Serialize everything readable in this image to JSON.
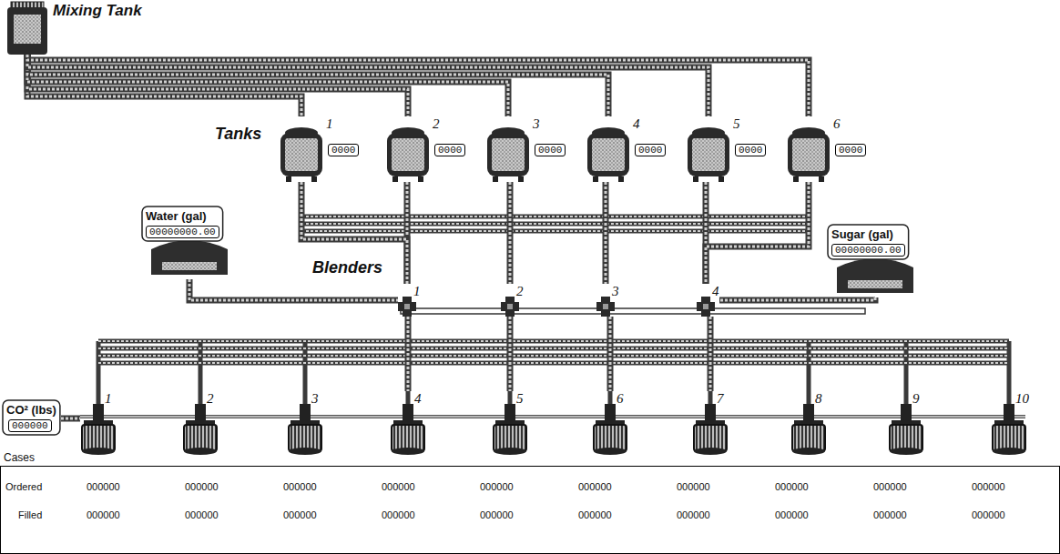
{
  "diagram": {
    "nodes": [
      {
        "text": [
          "Mixing Tank"
        ]
      },
      {
        "text": [
          "1",
          "0000"
        ]
      },
      {
        "text": [
          "2",
          "0000"
        ]
      },
      {
        "text": [
          "3",
          "0000"
        ]
      },
      {
        "text": [
          "4",
          "0000"
        ]
      },
      {
        "text": [
          "5",
          "0000"
        ]
      },
      {
        "text": [
          "6",
          "0000"
        ]
      },
      {
        "text": [
          "Water (gal)",
          "00000000.00"
        ]
      },
      {
        "text": [
          "Sugar (gal)",
          "00000000.00"
        ]
      },
      {
        "text": [
          "1"
        ]
      },
      {
        "text": [
          "2"
        ]
      },
      {
        "text": [
          "3"
        ]
      },
      {
        "text": [
          "4"
        ]
      },
      {
        "text": [
          "CO² (lbs)",
          "000000"
        ]
      },
      {
        "text": [
          "1"
        ]
      },
      {
        "text": [
          "2"
        ]
      },
      {
        "text": [
          "3"
        ]
      },
      {
        "text": [
          "4"
        ]
      },
      {
        "text": [
          "5"
        ]
      },
      {
        "text": [
          "6"
        ]
      },
      {
        "text": [
          "7"
        ]
      },
      {
        "text": [
          "8"
        ]
      },
      {
        "text": [
          "9"
        ]
      },
      {
        "text": [
          "10"
        ]
      }
    ],
    "edges": [
      {
        "from": 0,
        "to": 1,
        "arrow": "none"
      },
      {
        "from": 0,
        "to": 2,
        "arrow": "none"
      },
      {
        "from": 0,
        "to": 3,
        "arrow": "none"
      },
      {
        "from": 0,
        "to": 4,
        "arrow": "none"
      },
      {
        "from": 0,
        "to": 5,
        "arrow": "none"
      },
      {
        "from": 0,
        "to": 6,
        "arrow": "none"
      },
      {
        "from": 2,
        "to": 9,
        "arrow": "none"
      },
      {
        "from": 3,
        "to": 10,
        "arrow": "none"
      },
      {
        "from": 4,
        "to": 11,
        "arrow": "none"
      },
      {
        "from": 5,
        "to": 12,
        "arrow": "none"
      },
      {
        "from": 1,
        "to": 9,
        "arrow": "none"
      },
      {
        "from": 6,
        "to": 12,
        "arrow": "none"
      },
      {
        "from": 7,
        "to": 9,
        "arrow": "none"
      },
      {
        "from": 8,
        "to": 12,
        "arrow": "none"
      },
      {
        "from": 9,
        "to": 17,
        "arrow": "none"
      },
      {
        "from": 10,
        "to": 18,
        "arrow": "none"
      },
      {
        "from": 11,
        "to": 19,
        "arrow": "none"
      },
      {
        "from": 12,
        "to": 20,
        "arrow": "none"
      },
      {
        "from": 13,
        "to": 14,
        "arrow": "none"
      }
    ],
    "labels": [
      "Tanks",
      "Blenders",
      "Cases",
      "Ordered",
      "000000",
      "000000",
      "000000",
      "000000",
      "000000",
      "000000",
      "000000",
      "000000",
      "000000",
      "000000",
      "Filled",
      "000000",
      "000000",
      "000000",
      "000000",
      "000000",
      "000000",
      "000000",
      "000000",
      "000000",
      "000000"
    ]
  }
}
